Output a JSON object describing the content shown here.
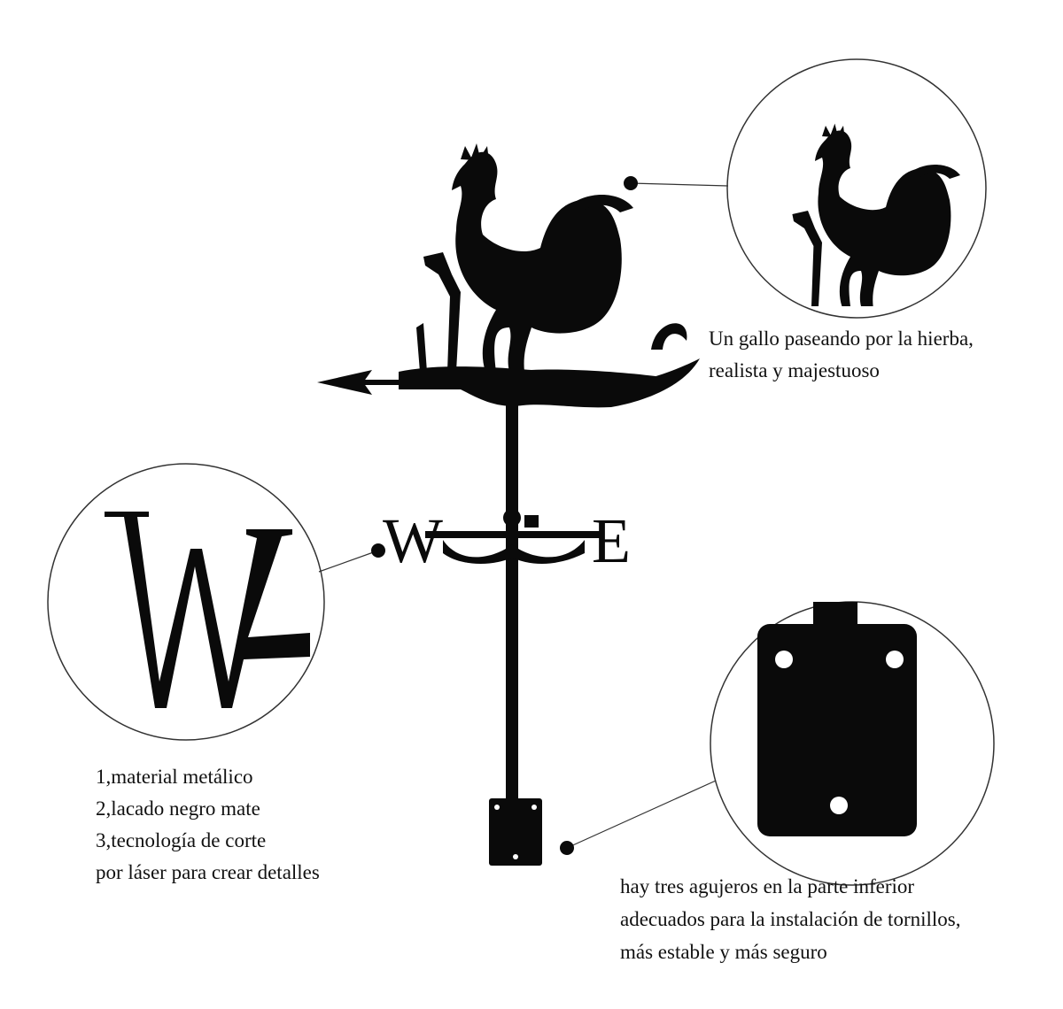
{
  "callouts": {
    "rooster": {
      "lines": [
        "Un gallo paseando por la hierba,",
        "realista y majestuoso"
      ]
    },
    "material": {
      "lines": [
        "1,material metálico",
        "2,lacado negro mate",
        "3,tecnología de corte",
        "por láser para crear detalles"
      ]
    },
    "mount": {
      "lines": [
        "hay tres agujeros en la parte inferior",
        "adecuados para la instalación de tornillos,",
        "más estable y más seguro"
      ]
    }
  },
  "compass_letters": {
    "west": "W",
    "east": "E"
  },
  "colors": {
    "silhouette": "#0a0a0a",
    "circle_outline": "#333333",
    "background": "#ffffff"
  }
}
